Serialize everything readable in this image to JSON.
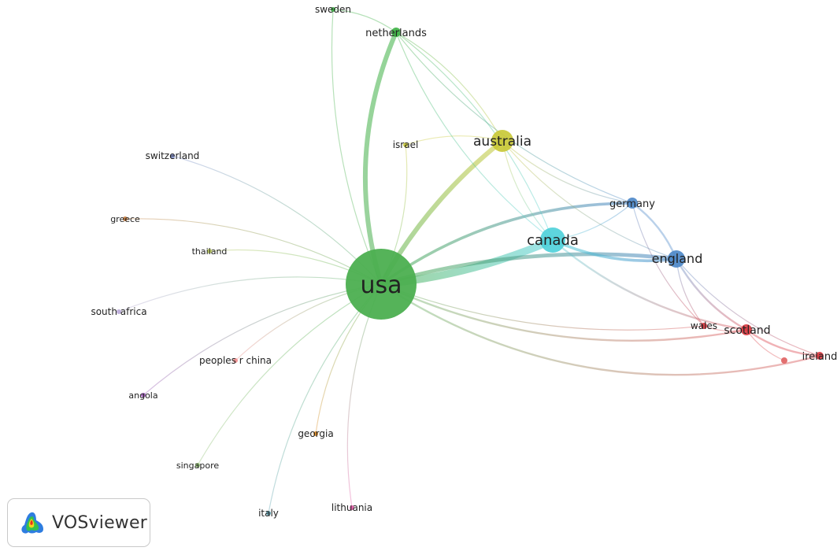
{
  "app": {
    "brand": "VOSviewer",
    "logo_icon": "vosviewer-logo-icon"
  },
  "network": {
    "nodes": [
      {
        "id": "usa",
        "label": "usa",
        "weight": 10,
        "color": "#4caf50"
      },
      {
        "id": "canada",
        "label": "canada",
        "weight": 4,
        "color": "#4dd0d9"
      },
      {
        "id": "australia",
        "label": "australia",
        "weight": 3.5,
        "color": "#c8c834"
      },
      {
        "id": "england",
        "label": "england",
        "weight": 3,
        "color": "#4a86c8"
      },
      {
        "id": "netherlands",
        "label": "netherlands",
        "weight": 2,
        "color": "#3cb043"
      },
      {
        "id": "germany",
        "label": "germany",
        "weight": 2,
        "color": "#4a86c8"
      },
      {
        "id": "scotland",
        "label": "scotland",
        "weight": 2,
        "color": "#d9363e"
      },
      {
        "id": "ireland",
        "label": "ireland",
        "weight": 1.6,
        "color": "#d9363e"
      },
      {
        "id": "wales",
        "label": "wales",
        "weight": 1.2,
        "color": "#d9363e"
      },
      {
        "id": "israel",
        "label": "israel",
        "weight": 1,
        "color": "#c8c834"
      },
      {
        "id": "sweden",
        "label": "sweden",
        "weight": 1,
        "color": "#3cb043"
      },
      {
        "id": "switzerland",
        "label": "switzerland",
        "weight": 1,
        "color": "#7f8fd0"
      },
      {
        "id": "greece",
        "label": "greece",
        "weight": 1,
        "color": "#c77a3a"
      },
      {
        "id": "thailand",
        "label": "thailand",
        "weight": 1,
        "color": "#b8c85a"
      },
      {
        "id": "south_africa",
        "label": "south africa",
        "weight": 1,
        "color": "#b9a9d8"
      },
      {
        "id": "peoples_r_china",
        "label": "peoples r china",
        "weight": 1,
        "color": "#f08c8c"
      },
      {
        "id": "angola",
        "label": "angola",
        "weight": 1,
        "color": "#9b59b6"
      },
      {
        "id": "georgia",
        "label": "georgia",
        "weight": 1,
        "color": "#e08a1e"
      },
      {
        "id": "singapore",
        "label": "singapore",
        "weight": 1,
        "color": "#8fbf6f"
      },
      {
        "id": "italy",
        "label": "italy",
        "weight": 1,
        "color": "#5aa0b0"
      },
      {
        "id": "lithuania",
        "label": "lithuania",
        "weight": 1,
        "color": "#e75aa8"
      },
      {
        "id": "ireland_link",
        "label": "",
        "weight": 1,
        "color": "#e06060"
      }
    ],
    "links": [
      {
        "source": "usa",
        "target": "canada",
        "strength": 8
      },
      {
        "source": "usa",
        "target": "netherlands",
        "strength": 5
      },
      {
        "source": "usa",
        "target": "australia",
        "strength": 5
      },
      {
        "source": "usa",
        "target": "england",
        "strength": 4
      },
      {
        "source": "usa",
        "target": "germany",
        "strength": 3
      },
      {
        "source": "usa",
        "target": "scotland",
        "strength": 2
      },
      {
        "source": "usa",
        "target": "ireland",
        "strength": 2
      },
      {
        "source": "usa",
        "target": "wales",
        "strength": 1
      },
      {
        "source": "usa",
        "target": "israel",
        "strength": 1
      },
      {
        "source": "usa",
        "target": "sweden",
        "strength": 1
      },
      {
        "source": "usa",
        "target": "switzerland",
        "strength": 1
      },
      {
        "source": "usa",
        "target": "greece",
        "strength": 1
      },
      {
        "source": "usa",
        "target": "thailand",
        "strength": 1
      },
      {
        "source": "usa",
        "target": "south_africa",
        "strength": 1
      },
      {
        "source": "usa",
        "target": "peoples_r_china",
        "strength": 1
      },
      {
        "source": "usa",
        "target": "angola",
        "strength": 1
      },
      {
        "source": "usa",
        "target": "georgia",
        "strength": 1
      },
      {
        "source": "usa",
        "target": "singapore",
        "strength": 1
      },
      {
        "source": "usa",
        "target": "italy",
        "strength": 1
      },
      {
        "source": "usa",
        "target": "lithuania",
        "strength": 1
      },
      {
        "source": "canada",
        "target": "england",
        "strength": 3
      },
      {
        "source": "canada",
        "target": "germany",
        "strength": 1
      },
      {
        "source": "canada",
        "target": "netherlands",
        "strength": 1
      },
      {
        "source": "canada",
        "target": "scotland",
        "strength": 2
      },
      {
        "source": "australia",
        "target": "netherlands",
        "strength": 1
      },
      {
        "source": "australia",
        "target": "england",
        "strength": 1
      },
      {
        "source": "australia",
        "target": "germany",
        "strength": 1
      },
      {
        "source": "australia",
        "target": "israel",
        "strength": 1
      },
      {
        "source": "australia",
        "target": "canada",
        "strength": 1
      },
      {
        "source": "england",
        "target": "germany",
        "strength": 2
      },
      {
        "source": "england",
        "target": "scotland",
        "strength": 2
      },
      {
        "source": "england",
        "target": "ireland",
        "strength": 1
      },
      {
        "source": "england",
        "target": "wales",
        "strength": 1
      },
      {
        "source": "netherlands",
        "target": "sweden",
        "strength": 1
      },
      {
        "source": "netherlands",
        "target": "germany",
        "strength": 1
      },
      {
        "source": "netherlands",
        "target": "canada",
        "strength": 1
      },
      {
        "source": "scotland",
        "target": "ireland",
        "strength": 2
      },
      {
        "source": "scotland",
        "target": "ireland_link",
        "strength": 1
      },
      {
        "source": "wales",
        "target": "scotland",
        "strength": 1
      },
      {
        "source": "germany",
        "target": "wales",
        "strength": 1
      }
    ]
  }
}
